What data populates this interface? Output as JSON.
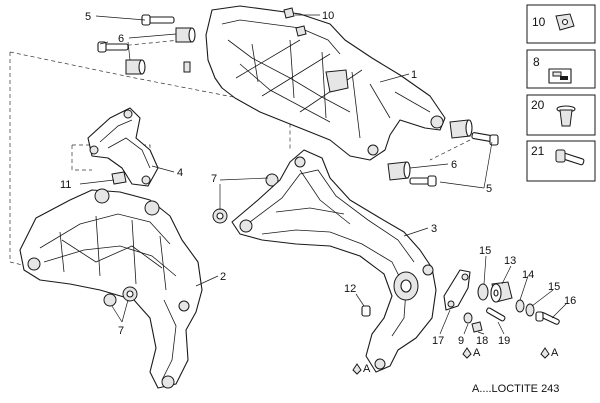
{
  "callouts": {
    "c5a": "5",
    "c6a": "6",
    "c10a": "10",
    "c1": "1",
    "c6b": "6",
    "c5b": "5",
    "c4": "4",
    "c11": "11",
    "c7a": "7",
    "c3": "3",
    "c2": "2",
    "c7b": "7",
    "c12": "12",
    "c15a": "15",
    "c13": "13",
    "c14": "14",
    "c15b": "15",
    "c16": "16",
    "c17": "17",
    "c9": "9",
    "c18": "18",
    "c19": "19",
    "cA1": "A",
    "cA2": "A",
    "cA3": "A"
  },
  "legend": {
    "items": [
      {
        "number": "10",
        "icon": "clip-nut-icon"
      },
      {
        "number": "8",
        "icon": "decal-icon"
      },
      {
        "number": "20",
        "icon": "cap-icon"
      },
      {
        "number": "21",
        "icon": "bolt-icon"
      }
    ]
  },
  "footnote": "A....LOCTITE 243"
}
